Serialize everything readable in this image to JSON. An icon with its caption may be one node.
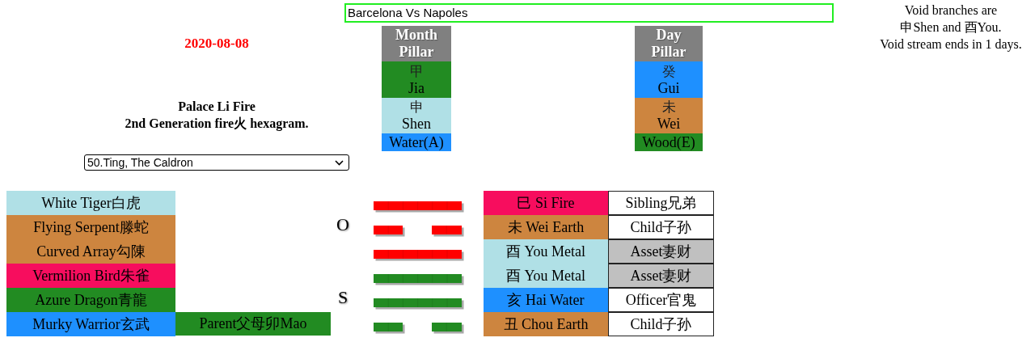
{
  "diagram": {
    "nodes": [
      {
        "text": [
          "Barcelona Vs Napoles"
        ]
      },
      {
        "text": [
          "Month Pillar"
        ]
      },
      {
        "text": [
          "甲",
          "Jia"
        ]
      },
      {
        "text": [
          "申",
          "Shen"
        ]
      },
      {
        "text": [
          "Water(A)"
        ]
      },
      {
        "text": [
          "Day Pillar"
        ]
      },
      {
        "text": [
          "癸",
          "Gui"
        ]
      },
      {
        "text": [
          "未",
          "Wei"
        ]
      },
      {
        "text": [
          "Wood(E)"
        ]
      },
      {
        "text": [
          "50.Ting, The Caldron"
        ]
      },
      {
        "text": [
          "White Tiger白虎"
        ]
      },
      {
        "text": [
          "Flying Serpent滕蛇"
        ]
      },
      {
        "text": [
          "Curved Array勾陳"
        ]
      },
      {
        "text": [
          "Vermilion Bird朱雀"
        ]
      },
      {
        "text": [
          "Azure Dragon青龍"
        ]
      },
      {
        "text": [
          "Murky Warrior玄武"
        ]
      },
      {
        "text": [
          "Parent父母卯Mao"
        ]
      },
      {
        "text": [
          "巳 Si Fire"
        ]
      },
      {
        "text": [
          "Sibling兄弟"
        ]
      },
      {
        "text": [
          "未 Wei Earth"
        ]
      },
      {
        "text": [
          "Child子孙"
        ]
      },
      {
        "text": [
          "酉 You Metal"
        ]
      },
      {
        "text": [
          "Asset妻财"
        ]
      },
      {
        "text": [
          "酉 You Metal"
        ]
      },
      {
        "text": [
          "Asset妻财"
        ]
      },
      {
        "text": [
          "亥 Hai Water"
        ]
      },
      {
        "text": [
          "Officer官鬼"
        ]
      },
      {
        "text": [
          "丑 Chou Earth"
        ]
      },
      {
        "text": [
          "Child子孙"
        ]
      }
    ],
    "labels": [
      "2020-08-08",
      "Void branches are 申Shen and 酉You.",
      "Void stream ends in 1 days.",
      "Palace Li Fire",
      "2nd Generation fire火 hexagram.",
      "O",
      "S"
    ]
  }
}
